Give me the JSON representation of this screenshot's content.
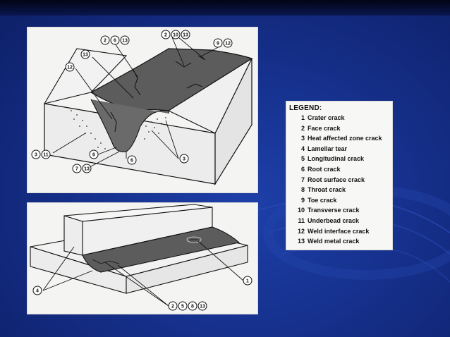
{
  "colors": {
    "background": "#16318d",
    "panel": "#f4f4f2",
    "weld_fill": "#5a5a5a",
    "ink": "#111111"
  },
  "top_callouts": {
    "group_2_6_13": [
      "2",
      "6",
      "13"
    ],
    "group_2_10_13": [
      "2",
      "10",
      "13"
    ],
    "group_9_12": [
      "9",
      "12"
    ],
    "c13": "13",
    "c12": "12",
    "group_3_11": [
      "3",
      "11"
    ],
    "c6a": "6",
    "c6b": "6",
    "group_7_13": [
      "7",
      "13"
    ],
    "c3": "3"
  },
  "bottom_callouts": {
    "c1": "1",
    "c4": "4",
    "group_2_5_8_13": [
      "2",
      "5",
      "8",
      "13"
    ]
  },
  "legend": {
    "title": "LEGEND:",
    "items": [
      {
        "num": "1",
        "label": "Crater crack"
      },
      {
        "num": "2",
        "label": "Face crack"
      },
      {
        "num": "3",
        "label": "Heat affected zone crack"
      },
      {
        "num": "4",
        "label": "Lamellar tear"
      },
      {
        "num": "5",
        "label": "Longitudinal crack"
      },
      {
        "num": "6",
        "label": "Root crack"
      },
      {
        "num": "7",
        "label": "Root surface crack"
      },
      {
        "num": "8",
        "label": "Throat crack"
      },
      {
        "num": "9",
        "label": "Toe crack"
      },
      {
        "num": "10",
        "label": "Transverse crack"
      },
      {
        "num": "11",
        "label": "Underbead crack"
      },
      {
        "num": "12",
        "label": "Weld interface crack"
      },
      {
        "num": "13",
        "label": "Weld metal crack"
      }
    ]
  }
}
